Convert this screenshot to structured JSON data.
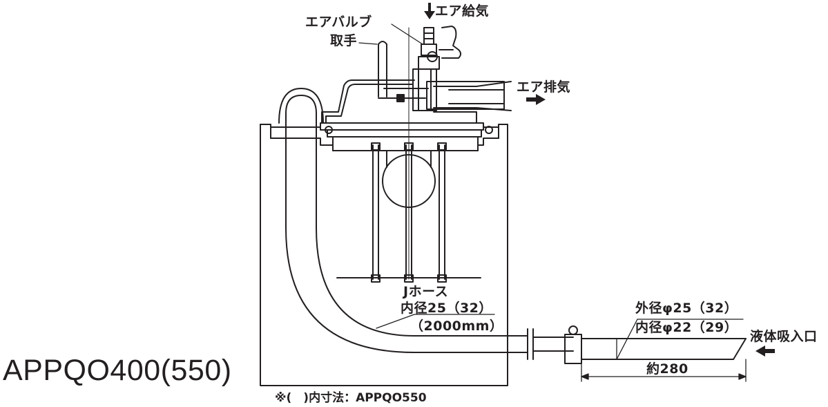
{
  "model_name": "APPQO400(550)",
  "footnote": "※(　)内寸法：APPQO550",
  "labels": {
    "air_supply": "エア給気",
    "air_valve": "エアバルブ",
    "handle": "取手",
    "air_exhaust": "エア排気",
    "j_hose": "Jホース",
    "j_hose_inner": "内径25（32）",
    "j_hose_length": "（2000mm）",
    "outer_dia": "外径φ25（32）",
    "inner_dia": "内径φ22（29）",
    "liquid_inlet": "液体吸入口",
    "length": "約280"
  },
  "colors": {
    "ink": "#231f20",
    "background": "#ffffff"
  }
}
